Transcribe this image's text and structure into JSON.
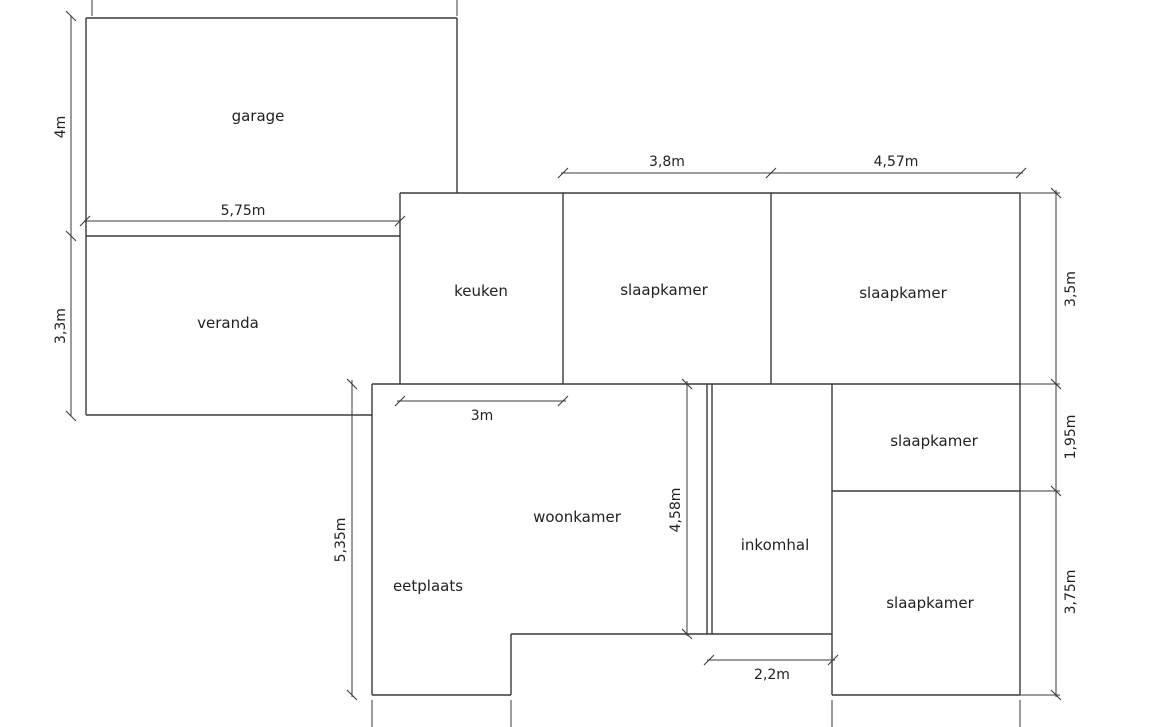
{
  "rooms": {
    "garage": "garage",
    "veranda": "veranda",
    "keuken": "keuken",
    "slaapkamer_1": "slaapkamer",
    "slaapkamer_2": "slaapkamer",
    "slaapkamer_3": "slaapkamer",
    "slaapkamer_4": "slaapkamer",
    "woonkamer": "woonkamer",
    "eetplaats": "eetplaats",
    "inkomhal": "inkomhal"
  },
  "dimensions": {
    "garage_height": "4m",
    "veranda_width": "5,75m",
    "veranda_height": "3,3m",
    "slaapkamer_1_width": "3,8m",
    "slaapkamer_2_width": "4,57m",
    "slaapkamer_2_height": "3,5m",
    "keuken_width": "3m",
    "slaapkamer_3_height": "1,95m",
    "woonkamer_inner_height": "4,58m",
    "woonkamer_height": "5,35m",
    "slaapkamer_4_height": "3,75m",
    "inkomhal_width": "2,2m"
  }
}
